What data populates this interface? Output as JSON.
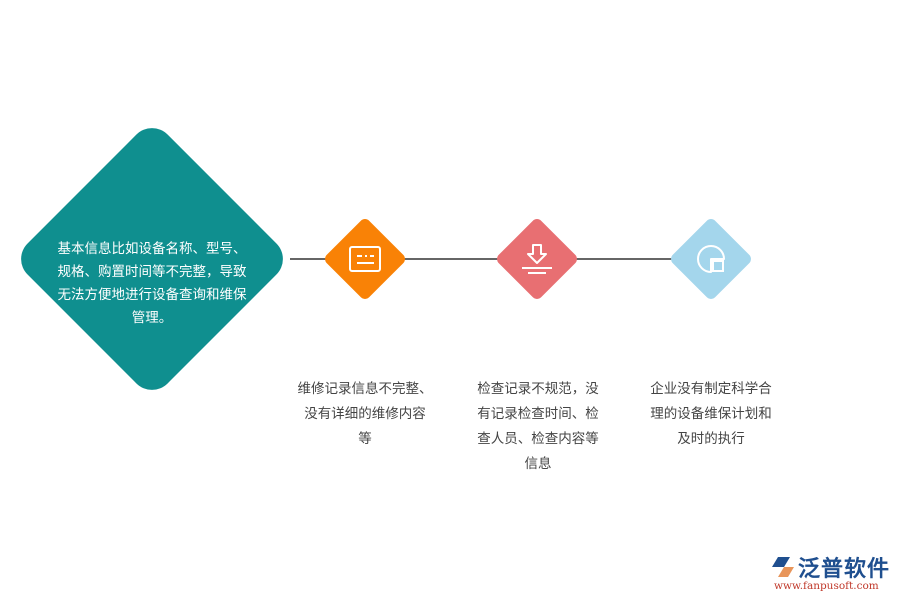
{
  "colors": {
    "main": "#0f8f8f",
    "step1": "#f98206",
    "step2": "#e86f72",
    "step3": "#a4d6ec",
    "connector": "#666666",
    "caption_text": "#444444"
  },
  "main_node": {
    "text": "基本信息比如设备名称、型号、规格、购置时间等不完整，导致无法方便地进行设备查询和维保管理。",
    "lines": [
      "基本信息比如设备名称、型号、",
      "规格、购置时间等不完整，导致",
      "无法方便地进行设备查询和维保",
      "管理。"
    ]
  },
  "steps": [
    {
      "icon": "document-card-icon",
      "color": "#f98206",
      "caption_lines": [
        "维修记录信息不完整、",
        "没有详细的维修内容",
        "等"
      ]
    },
    {
      "icon": "download-arrow-icon",
      "color": "#e86f72",
      "caption_lines": [
        "检查记录不规范，没",
        "有记录检查时间、检",
        "查人员、检查内容等",
        "信息"
      ]
    },
    {
      "icon": "pie-chart-square-icon",
      "color": "#a4d6ec",
      "caption_lines": [
        "企业没有制定科学合",
        "理的设备维保计划和",
        "及时的执行"
      ]
    }
  ],
  "logo": {
    "name": "泛普软件",
    "url": "www.fanpusoft.com"
  }
}
